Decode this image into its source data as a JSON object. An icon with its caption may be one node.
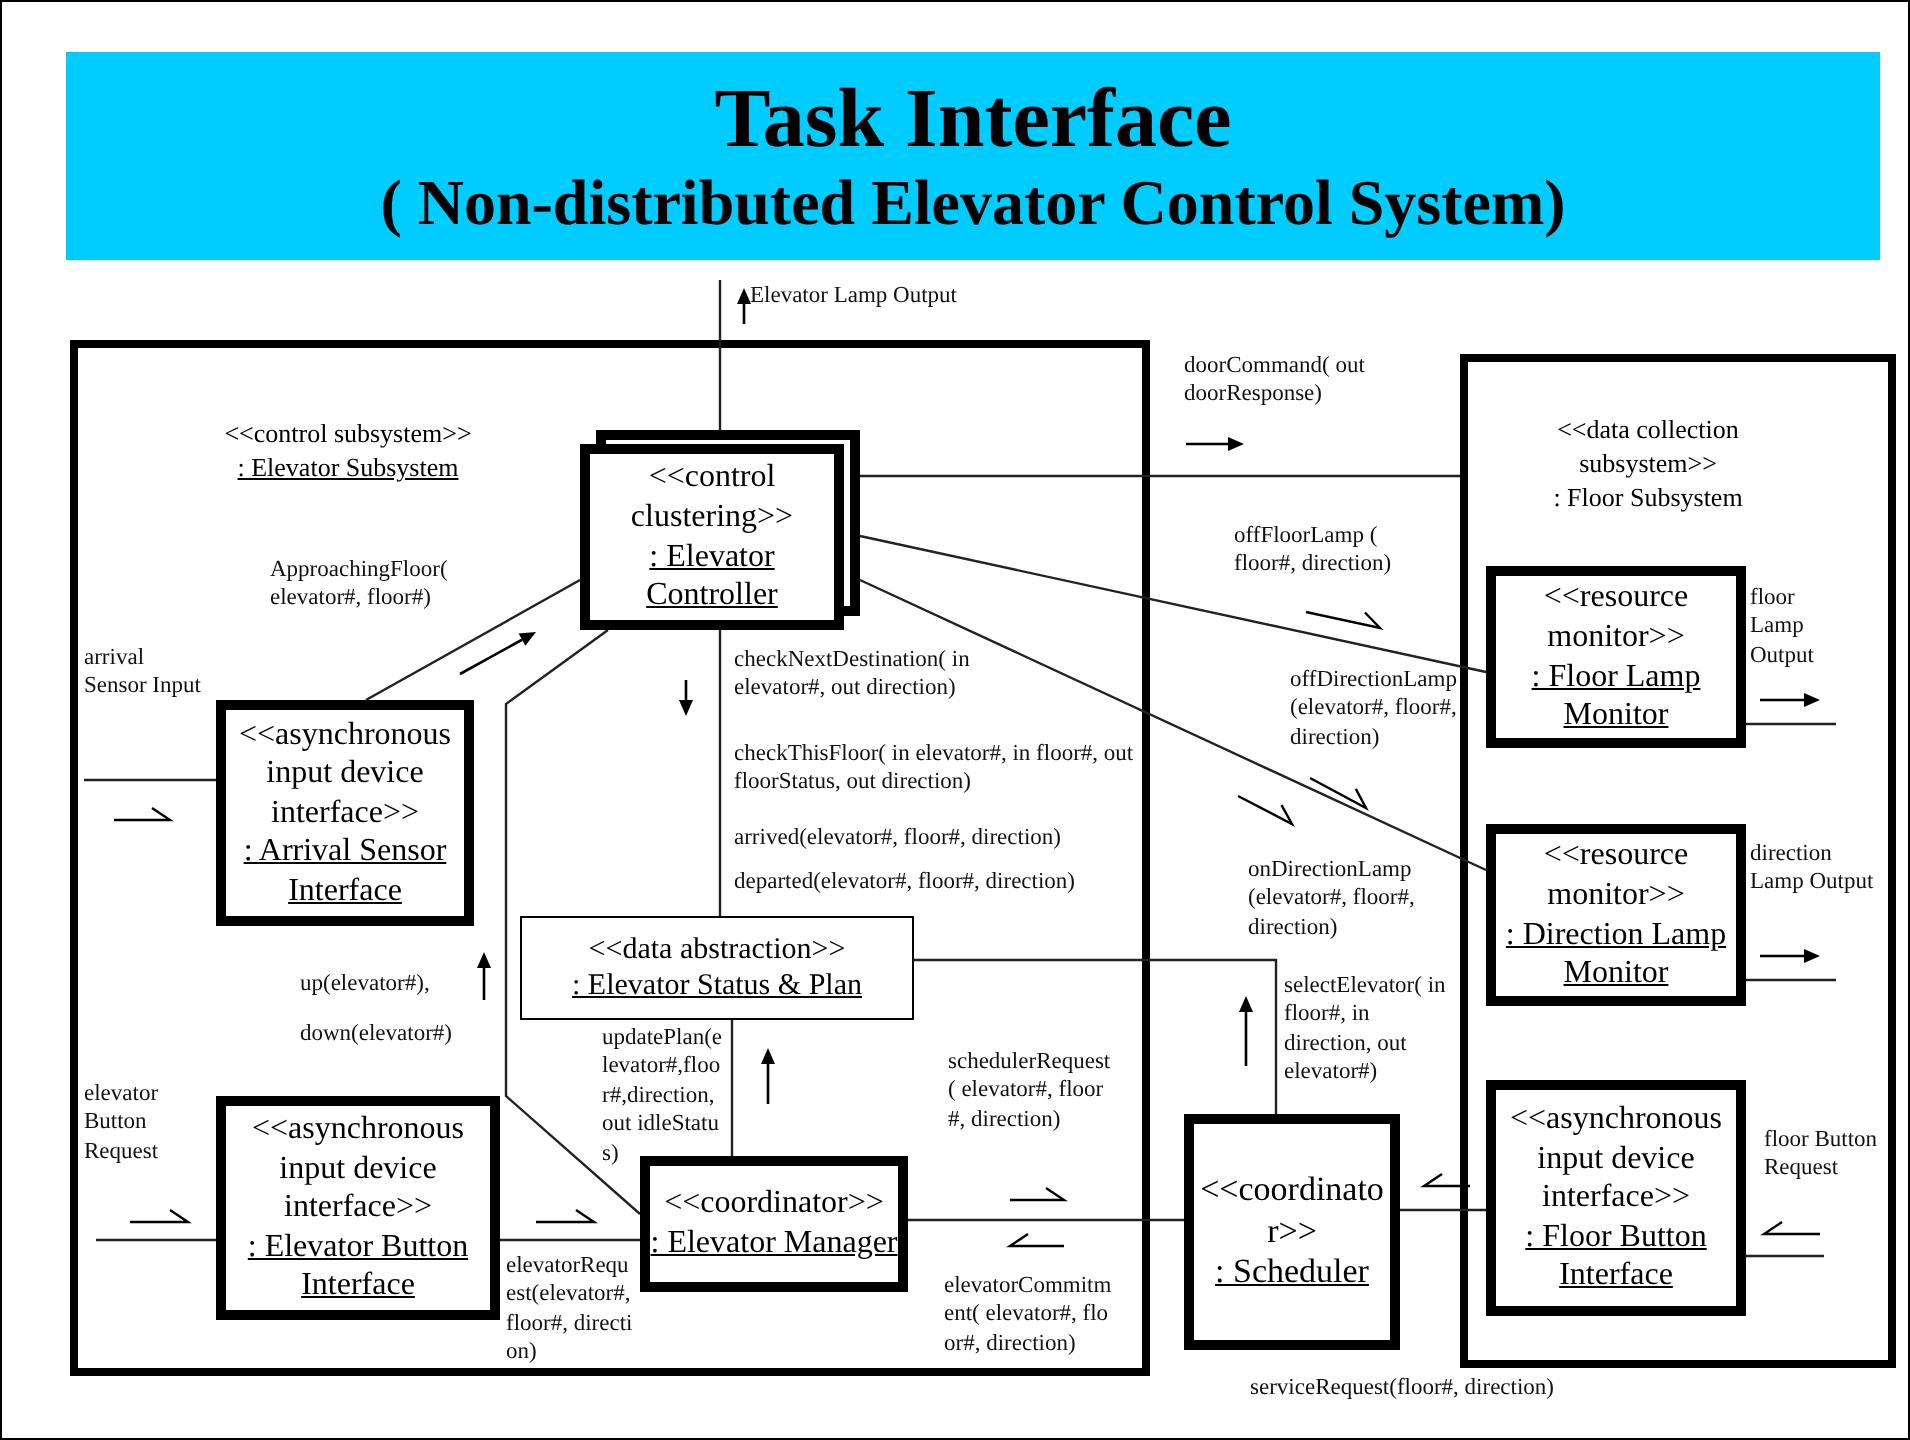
{
  "diagram": {
    "title": "Task Interface",
    "nodes": [
      {
        "text": [
          "<<control subsystem>>",
          ": Elevator Subsystem"
        ]
      },
      {
        "text": [
          "<<control clustering>>",
          ": Elevator Controller"
        ],
        "in": 0
      },
      {
        "text": [
          "<<asynchronous input device interface>>",
          ": Arrival Sensor Interface"
        ],
        "in": 0
      },
      {
        "text": [
          "<<data abstraction>>",
          ": Elevator Status & Plan"
        ],
        "in": 0
      },
      {
        "text": [
          "<<asynchronous input device interface>>",
          ": Elevator Button Interface"
        ],
        "in": 0
      },
      {
        "text": [
          "<<coordinator>>",
          ": Elevator Manager"
        ],
        "in": 0
      },
      {
        "text": [
          "<<data collection subsystem>>",
          ": Floor Subsystem"
        ]
      },
      {
        "text": [
          "<<resource monitor>>",
          ": Floor Lamp Monitor"
        ],
        "in": 6
      },
      {
        "text": [
          "<<resource monitor>>",
          ": Direction Lamp Monitor"
        ],
        "in": 6
      },
      {
        "text": [
          "<<asynchronous input device interface>>",
          ": Floor Button Interface"
        ],
        "in": 6
      },
      {
        "text": [
          "<<coordinator>>",
          ": Scheduler"
        ]
      }
    ],
    "edges": [
      {
        "from": 1,
        "to": null,
        "arrow": "none",
        "label": "Elevator Lamp Output"
      },
      {
        "from": 1,
        "to": 3,
        "arrow": "none",
        "label": "checkNextDestination( in elevator#, out direction)"
      },
      {
        "from": 2,
        "to": 1,
        "arrow": "none",
        "label": "ApproachingFloor( elevator#, floor#)"
      },
      {
        "from": null,
        "to": 2,
        "arrow": "none",
        "label": "arrival Sensor Input"
      },
      {
        "from": 5,
        "to": 1,
        "arrow": "none",
        "label": "up(elevator#), down(elevator#)"
      },
      {
        "from": 4,
        "to": 5,
        "arrow": "none",
        "label": "elevatorRequest(elevator#, floor#, direction)"
      },
      {
        "from": null,
        "to": 4,
        "arrow": "none",
        "label": "elevator Button Request"
      },
      {
        "from": 5,
        "to": 3,
        "arrow": "none",
        "label": "updatePlan(elevator#,floor#,direction, out idleStatus)"
      },
      {
        "from": 5,
        "to": 10,
        "arrow": "none",
        "label": "schedulerRequest( elevator#, floor#, direction)"
      },
      {
        "from": 10,
        "to": 3,
        "arrow": "none",
        "label": "selectElevator( in floor#, in direction, out elevator#)"
      },
      {
        "from": 1,
        "to": 6,
        "arrow": "none",
        "label": "doorCommand( out doorResponse)"
      },
      {
        "from": 1,
        "to": 7,
        "arrow": "none",
        "label": "offFloorLamp ( floor#, direction)"
      },
      {
        "from": 1,
        "to": 8,
        "arrow": "none",
        "label": "offDirectionLamp(elevator#, floor#, direction)"
      },
      {
        "from": 9,
        "to": 10,
        "arrow": "none"
      },
      {
        "from": 7,
        "to": null,
        "arrow": "none",
        "label": "floor Lamp Output"
      },
      {
        "from": 8,
        "to": null,
        "arrow": "none",
        "label": "direction Lamp Output"
      },
      {
        "from": null,
        "to": 9,
        "arrow": "none",
        "label": "floor Button Request"
      }
    ],
    "labels": [
      "( Non-distributed Elevator Control System)",
      "checkThisFloor( in elevator#, in floor#, out floorStatus, out direction)",
      "arrived(elevator#, floor#, direction)",
      "departed(elevator#, floor#, direction)",
      "elevatorCommitment( elevator#, floor#, direction)",
      "onDirectionLamp(elevator#, floor#, direction)",
      "serviceRequest(floor#, direction)"
    ]
  }
}
